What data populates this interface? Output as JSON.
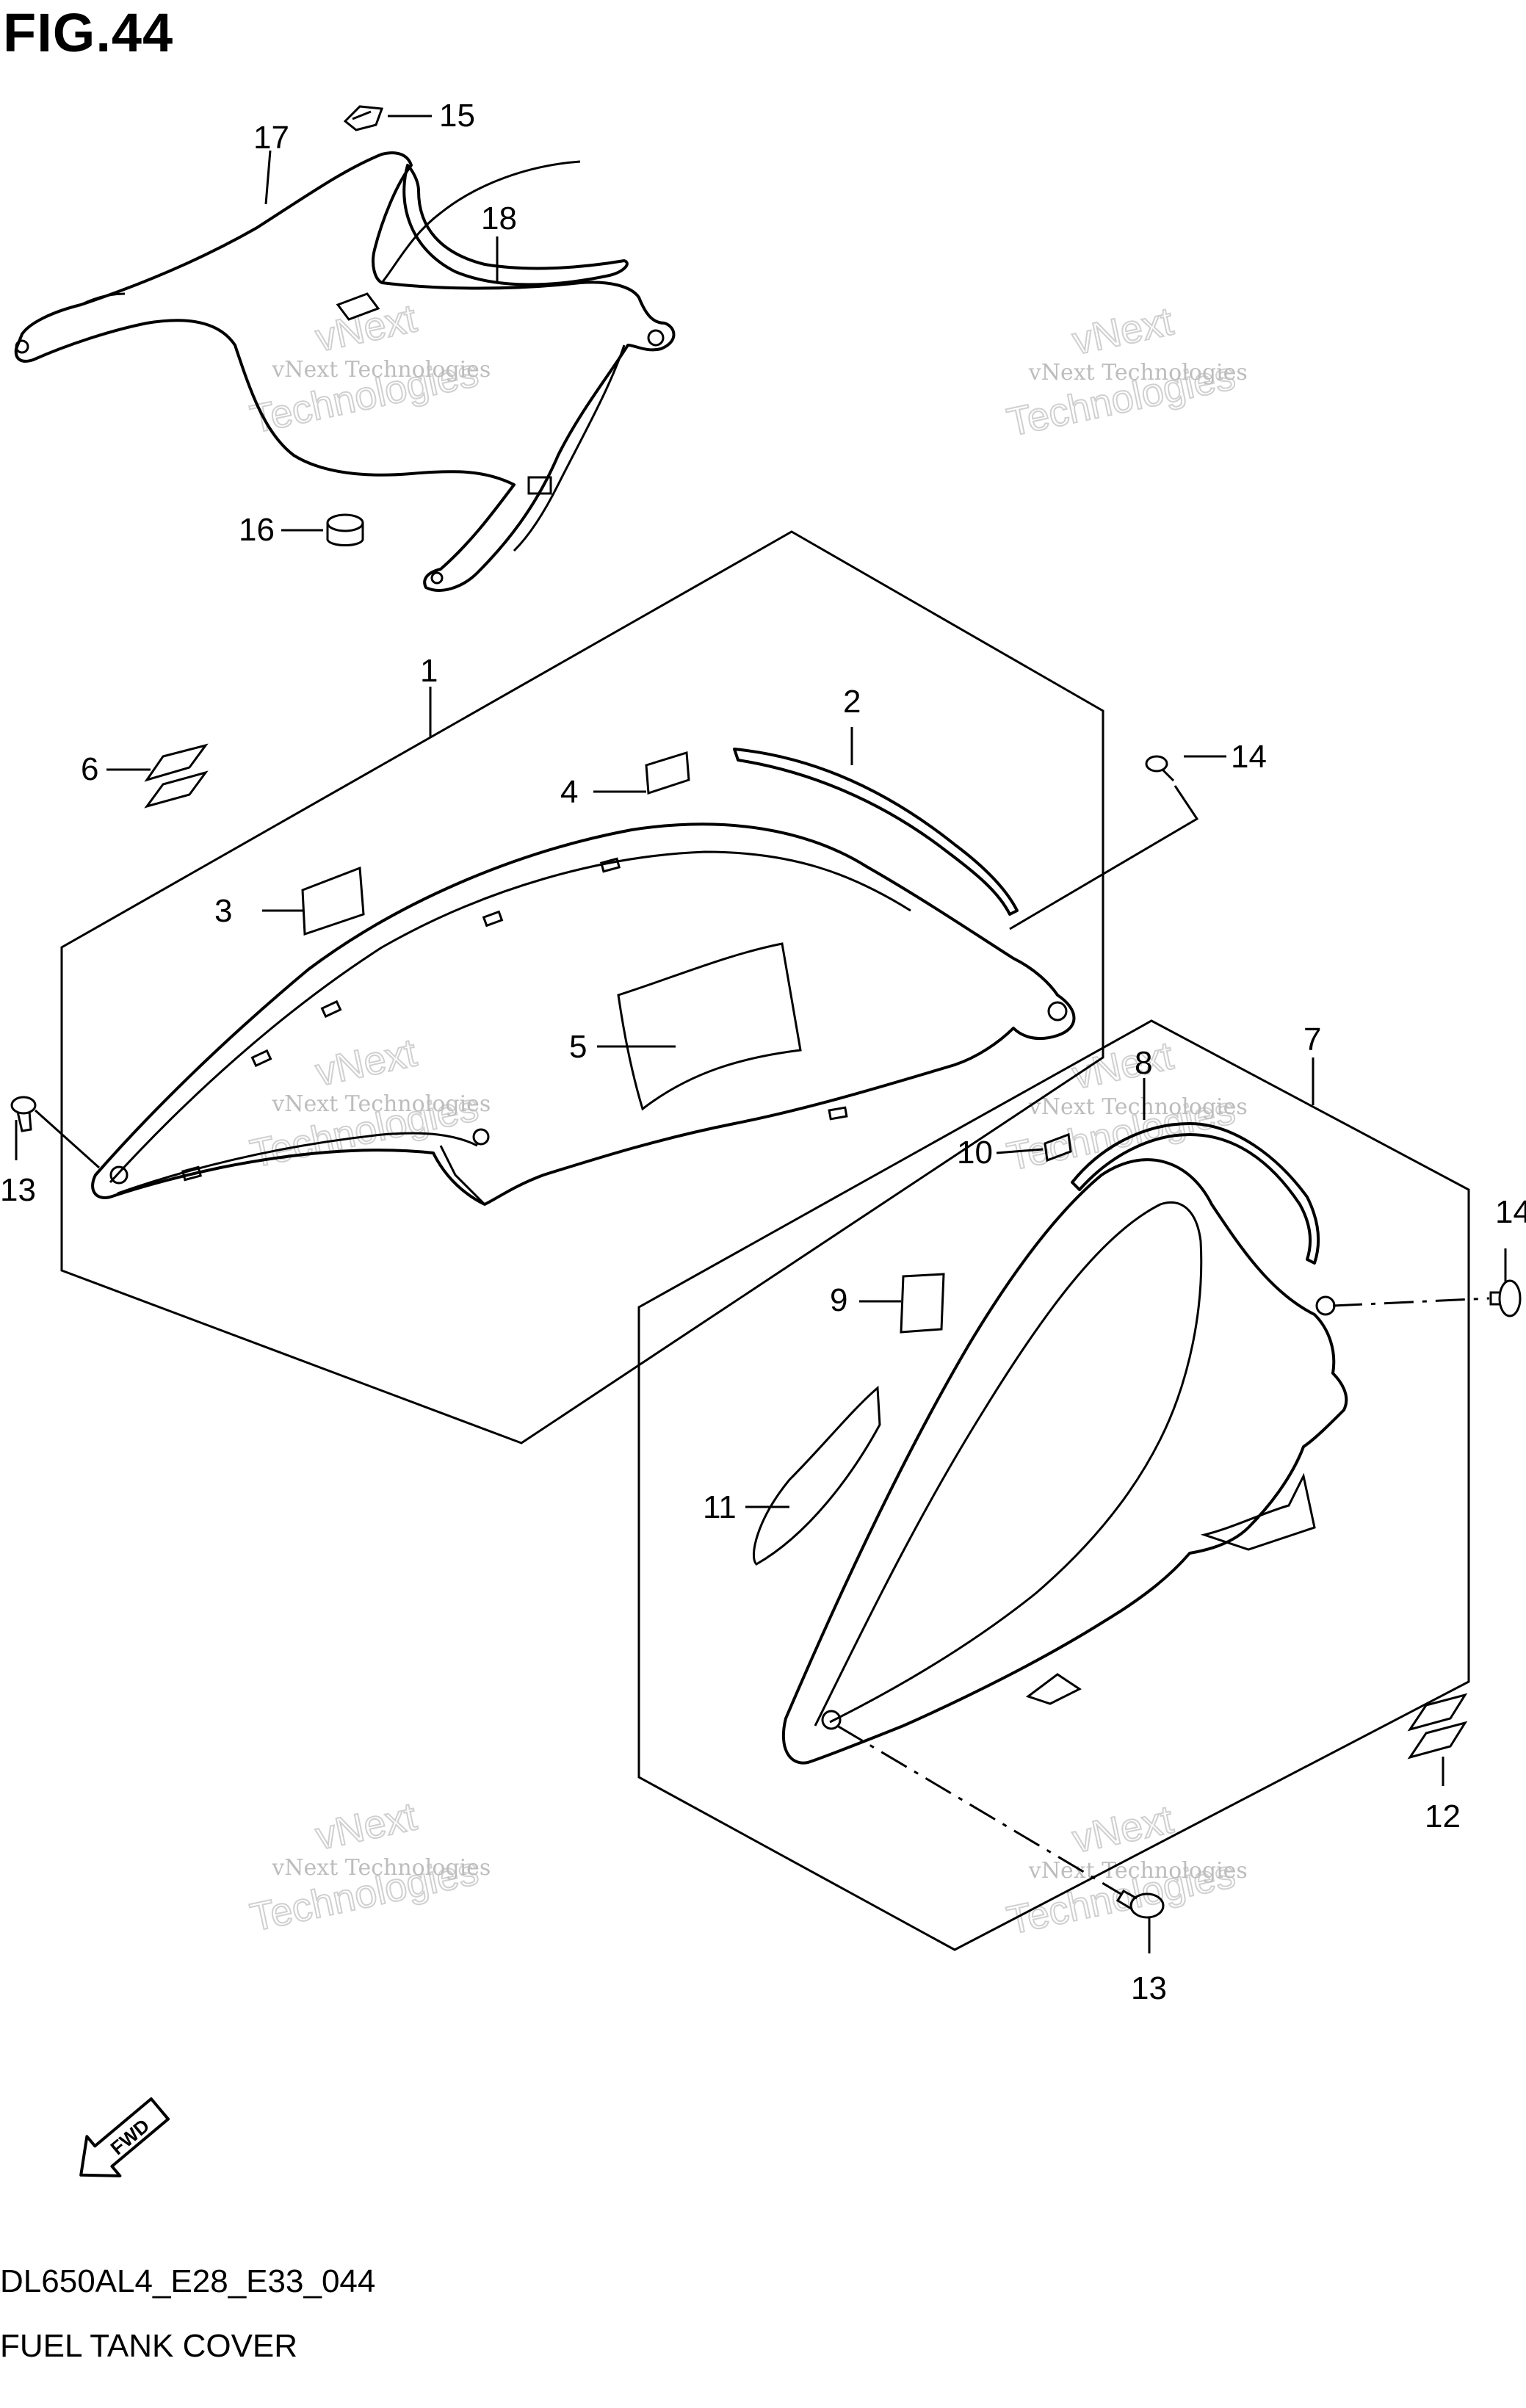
{
  "figure": {
    "title": "FIG.44",
    "code": "DL650AL4_E28_E33_044",
    "caption": "FUEL TANK COVER"
  },
  "callouts": [
    "1",
    "2",
    "3",
    "4",
    "5",
    "6",
    "7",
    "8",
    "9",
    "10",
    "11",
    "12",
    "13",
    "13",
    "14",
    "14",
    "15",
    "16",
    "17",
    "18"
  ],
  "watermark": {
    "line1": "vNext Technologies",
    "line2": "vNext",
    "line3": "Technologies"
  },
  "fwd_label": "FWD"
}
